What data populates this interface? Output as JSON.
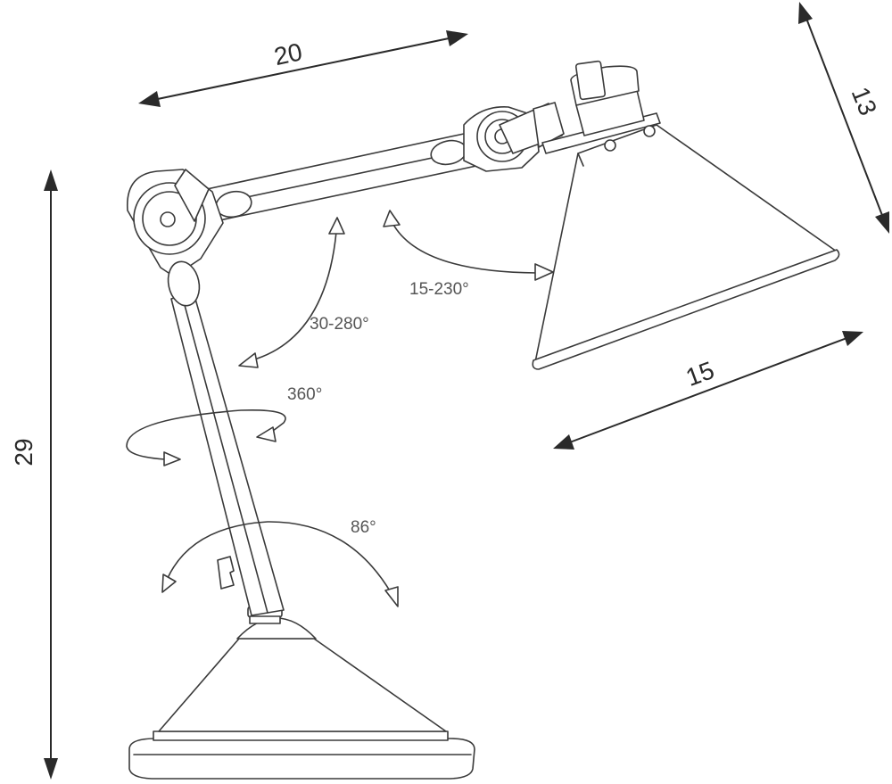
{
  "dimensions": {
    "width": "20",
    "height": "29",
    "head": "13",
    "shade": "15"
  },
  "angles": {
    "head_tilt": "15-230°",
    "arm_tilt": "30-280°",
    "rotation": "360°",
    "base_tilt": "86°"
  },
  "colors": {
    "line": "#3a3a3a",
    "arrow": "#2a2a2a",
    "angle_text": "#555555"
  }
}
